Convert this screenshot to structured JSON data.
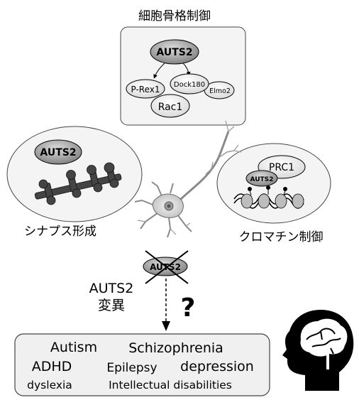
{
  "cytoskeleton": {
    "title": "細胞骨格制御",
    "auts2": "AUTS2",
    "prex1": "P-Rex1",
    "dock180": "Dock180",
    "elmo2": "Elmo2",
    "rac1": "Rac1"
  },
  "synapse": {
    "auts2": "AUTS2",
    "caption": "シナプス形成"
  },
  "chromatin": {
    "prc1": "PRC1",
    "auts2": "AUTS2",
    "caption": "クロマチン制御"
  },
  "mutation": {
    "auts2": "AUTS2",
    "label_line1": "AUTS2",
    "label_line2": "変異",
    "question": "?"
  },
  "disorders": {
    "row1": [
      "Autism",
      "Schizophrenia"
    ],
    "row2": [
      "ADHD",
      "Epilepsy",
      "depression"
    ],
    "row3": [
      "dyslexia",
      "Intellectual disabilities"
    ]
  },
  "icons": {
    "brain": "head-with-brain-icon",
    "neuron": "neuron-icon"
  },
  "colors": {
    "gray_fill": "#a9a9a9",
    "light_fill": "#ececec",
    "box_fill": "#f2f2f2",
    "stroke": "#000000"
  }
}
